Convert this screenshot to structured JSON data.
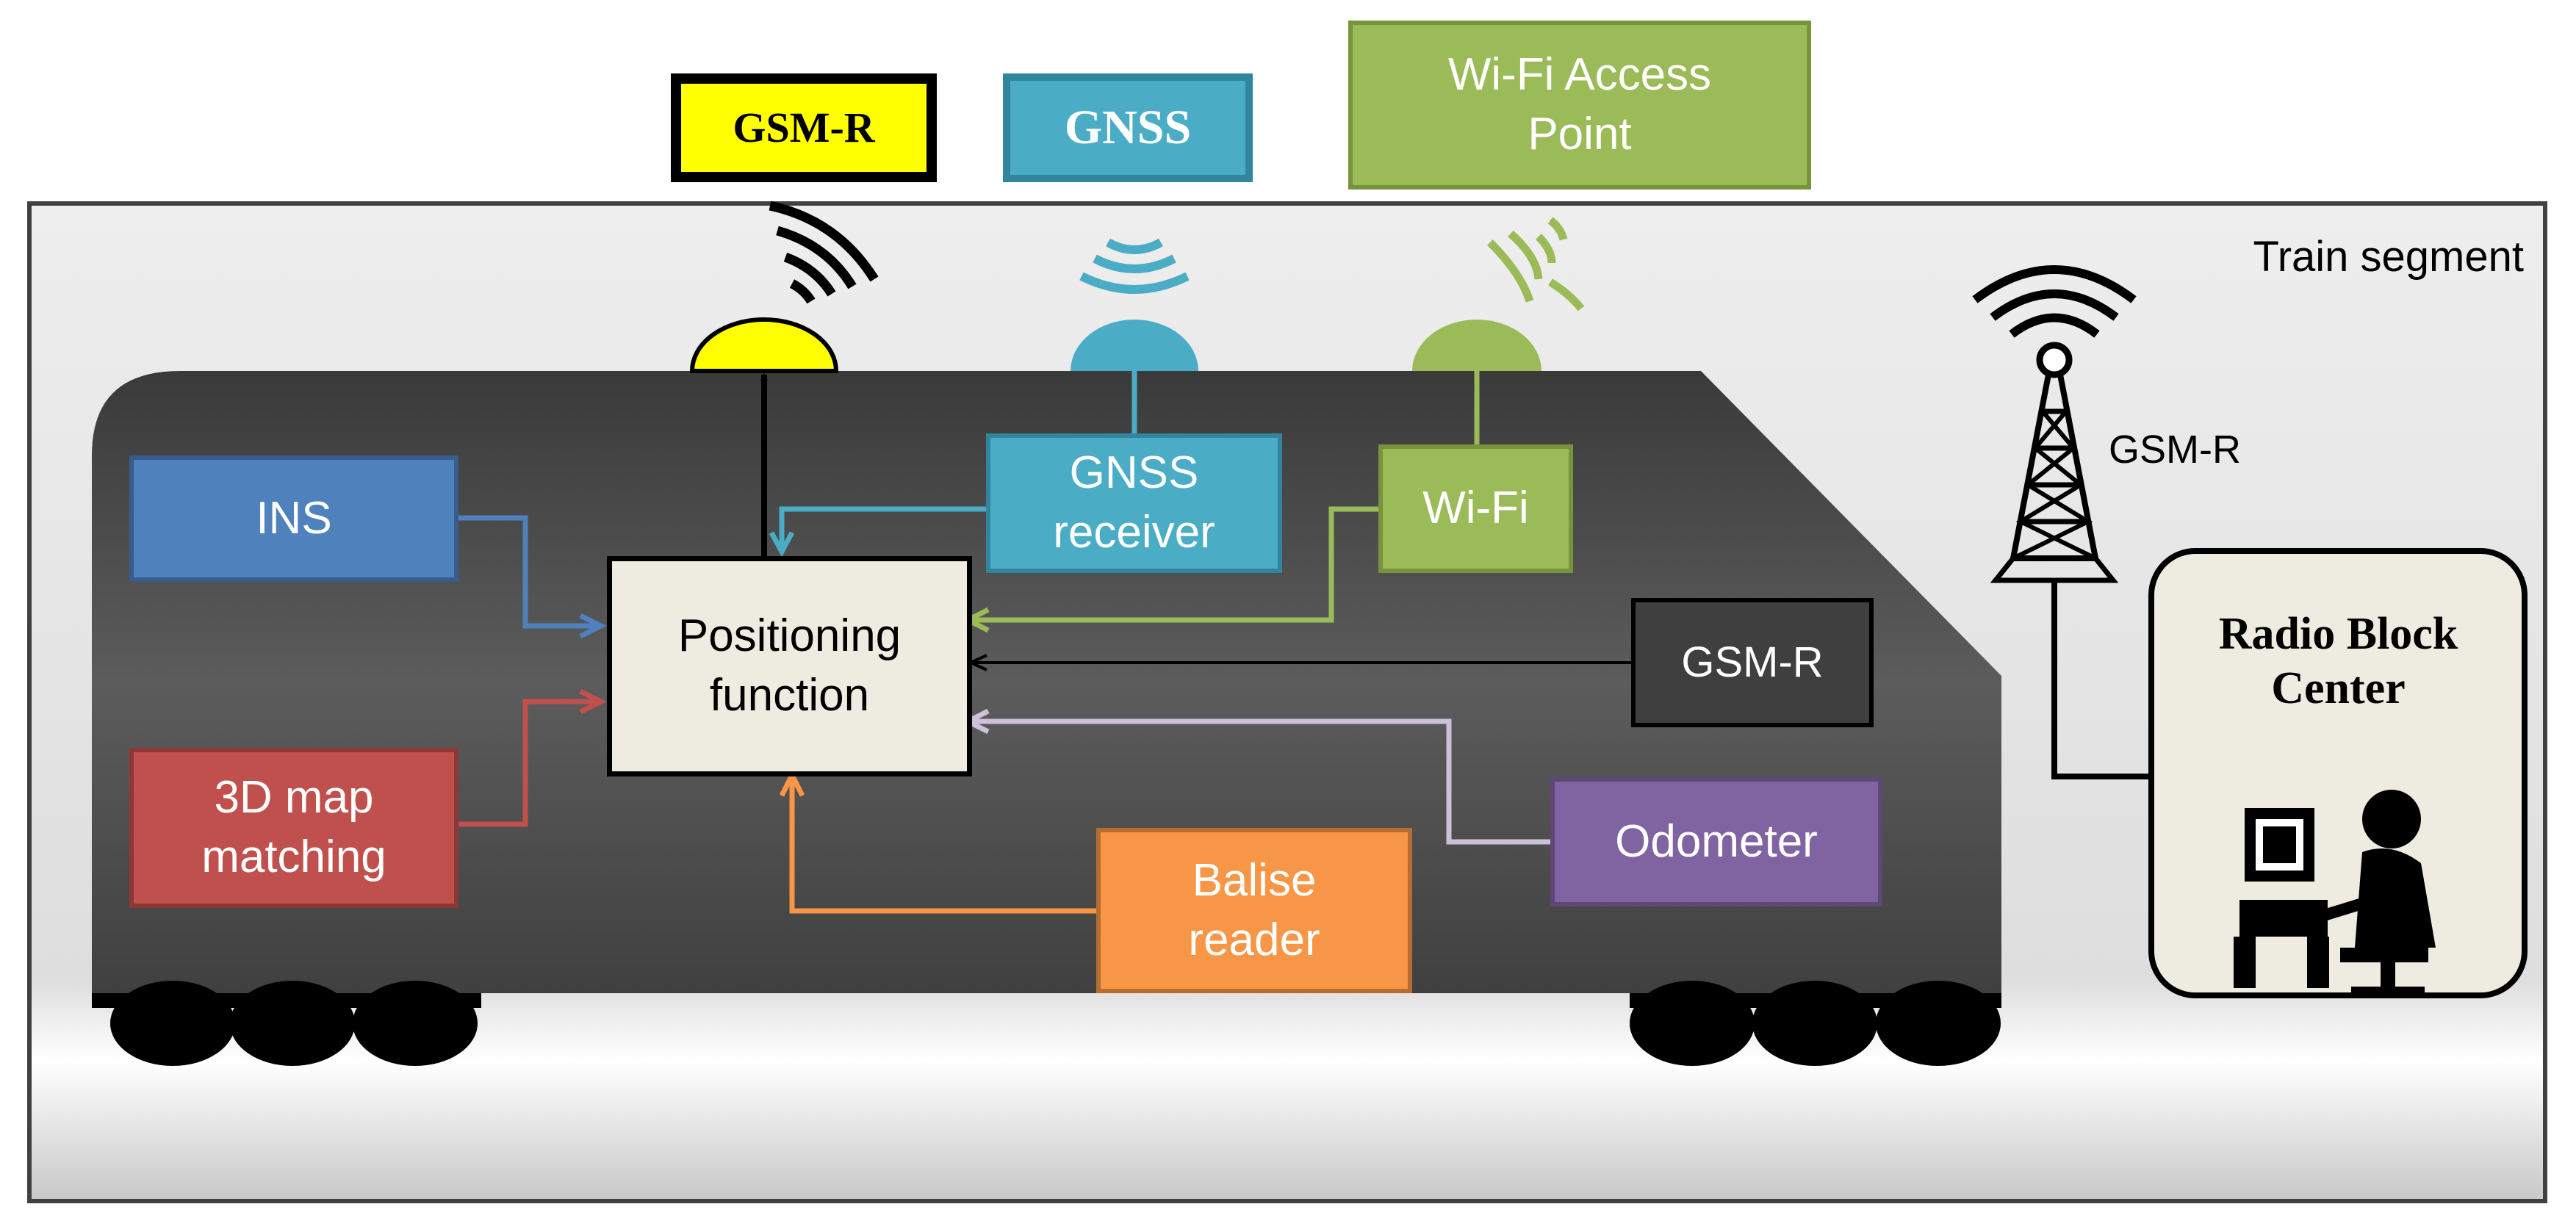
{
  "segment_label": "Train segment",
  "top_labels": {
    "gsmr": "GSM-R",
    "gnss": "GNSS",
    "wifi_ap": "Wi-Fi Access\nPoint"
  },
  "modules": {
    "ins": "INS",
    "map3d": "3D map\nmatching",
    "positioning": "Positioning\nfunction",
    "gnss_receiver": "GNSS\nreceiver",
    "wifi": "Wi-Fi",
    "gsmr": "GSM-R",
    "odometer": "Odometer",
    "balise": "Balise\nreader"
  },
  "tower_label": "GSM-R",
  "rbc_label": "Radio Block\nCenter",
  "colors": {
    "gsmr_yellow": "#ffff00",
    "gnss_blue": "#4bacc6",
    "wifi_green": "#9bbb59",
    "ins_blue": "#4f81bd",
    "map_red": "#c0504d",
    "odometer_purple": "#8064a2",
    "balise_orange": "#f79646",
    "gsmr_dark": "#3f3f3f",
    "positioning_bg": "#eeece1",
    "lavender_line": "#ccc0da"
  }
}
